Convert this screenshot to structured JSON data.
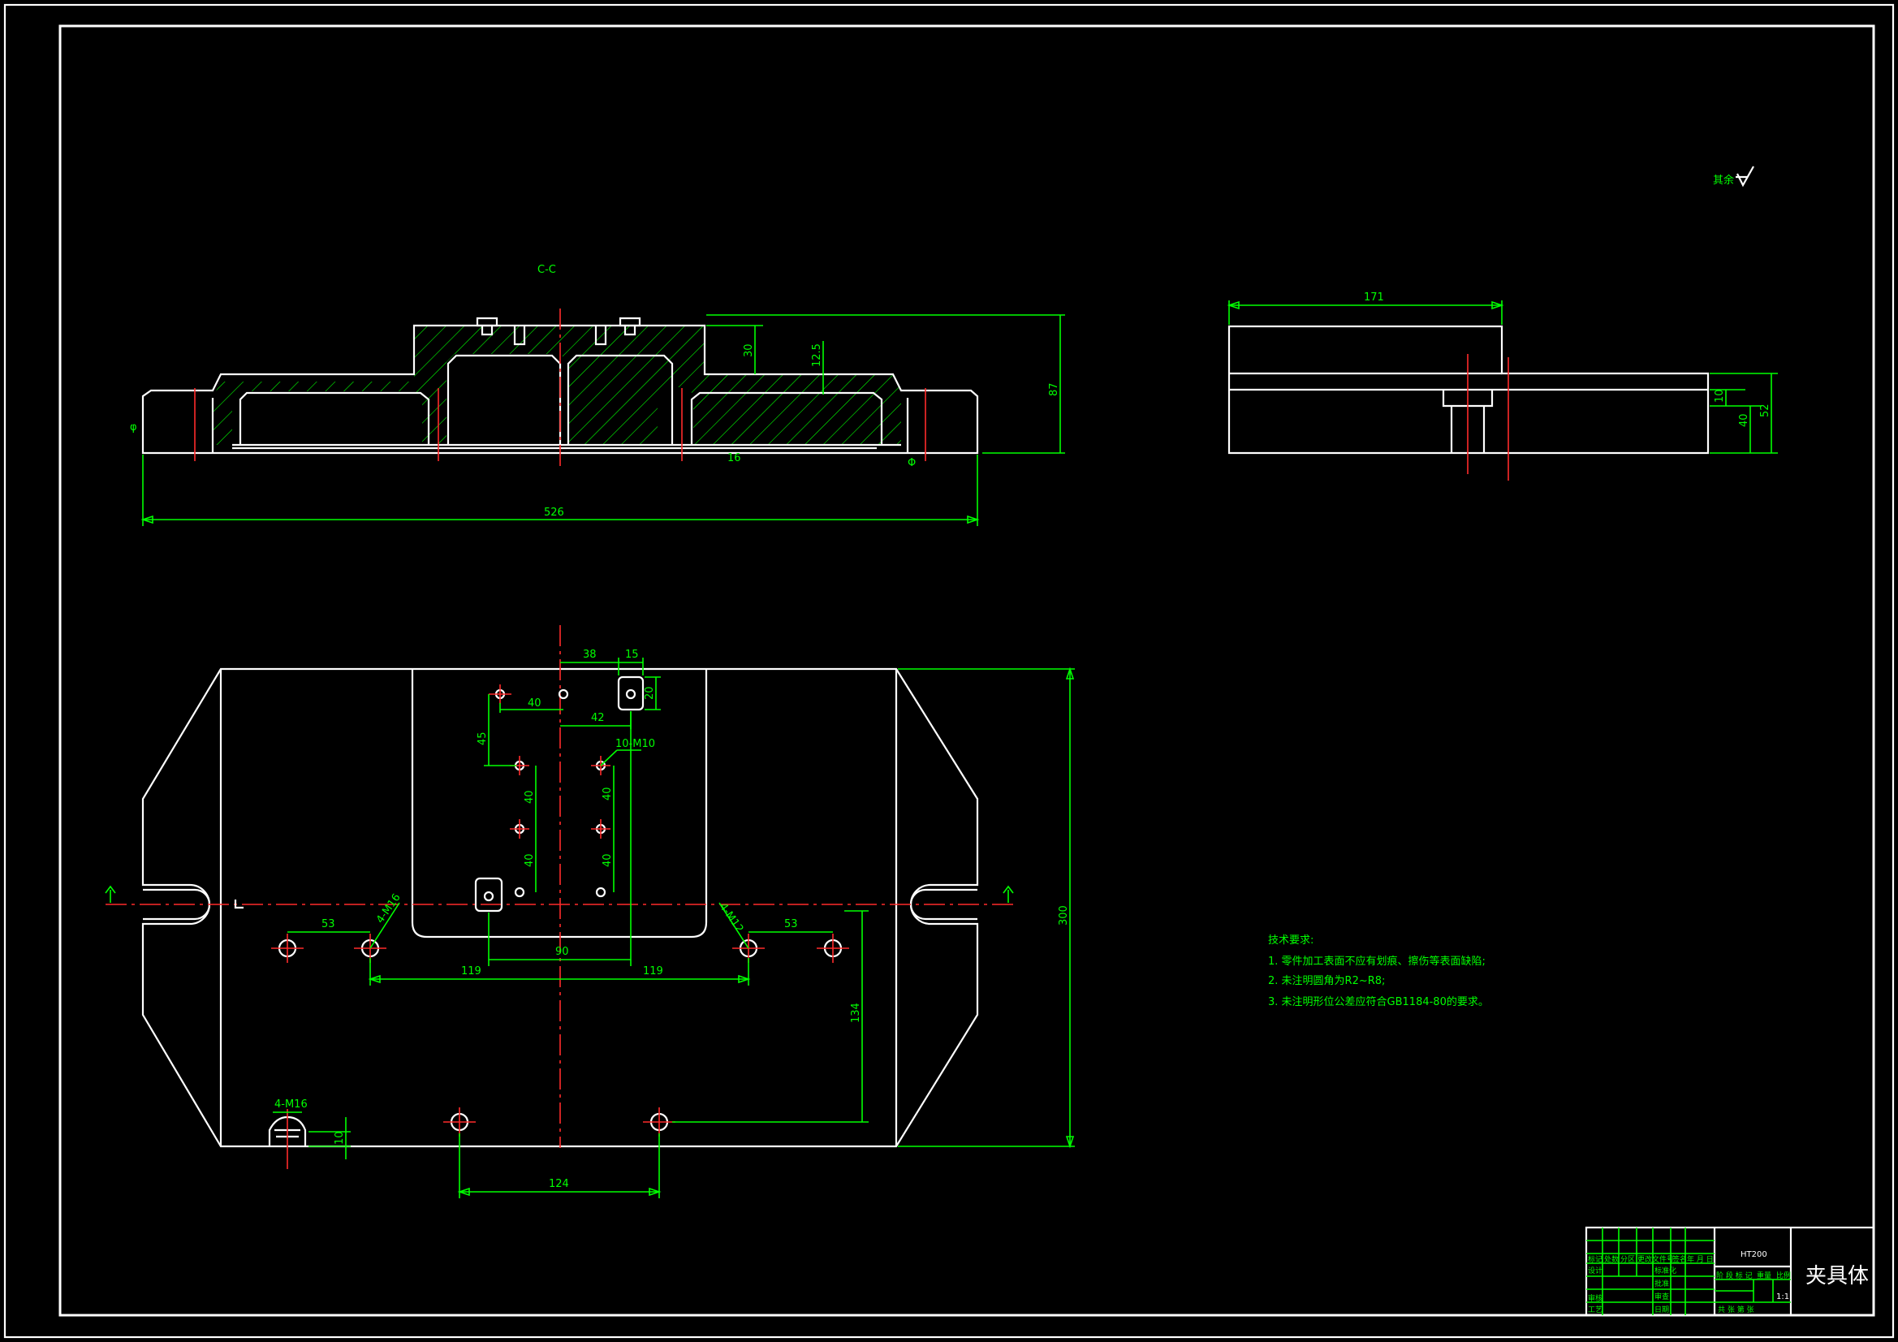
{
  "colors": {
    "background": "#000000",
    "outline": "#ffffff",
    "dimension": "#00ff00",
    "centerline": "#ff2a2a"
  },
  "section_label": "C-C",
  "roughness_label": "其余",
  "front_view": {
    "dims": {
      "overall_length": "526",
      "overall_height": "87",
      "dim_30": "30",
      "dim_12_5": "12.5"
    }
  },
  "side_view": {
    "dims": {
      "width": "171",
      "d10": "10",
      "d40": "40",
      "d52": "52"
    }
  },
  "plan_view": {
    "dims": {
      "d38": "38",
      "d15": "15",
      "d20": "20",
      "d40": "40",
      "d42": "42",
      "d45": "45",
      "d40a": "40",
      "d40b": "40",
      "d40c": "40",
      "d40d": "40",
      "thread_10": "10-M10",
      "d53_left": "53",
      "d53_right": "53",
      "thread_4a": "4-M16",
      "thread_4b": "4-M12",
      "d90": "90",
      "d119_left": "119",
      "d119_right": "119",
      "d134": "134",
      "d300": "300",
      "thread_4c": "4-M16",
      "d10": "10",
      "d124": "124"
    }
  },
  "notes": {
    "title": "技术要求:",
    "items": [
      "1. 零件加工表面不应有划痕、擦伤等表面缺陷;",
      "2. 未注明圆角为R2~R8;",
      "3. 未注明形位公差应符合GB1184-80的要求。"
    ]
  },
  "title_block": {
    "material": "HT200",
    "part_name": "夹具体",
    "scale": "1:1",
    "rev_headers": [
      "标记",
      "处数",
      "分区",
      "更改文件号",
      "签名",
      "年 月 日"
    ],
    "roles": [
      "设计",
      "审核",
      "工艺"
    ],
    "mid_labels": [
      "标准化",
      "批准",
      "审查",
      "日期"
    ],
    "stage_headers": [
      "阶 段 标 记",
      "重量",
      "比例"
    ],
    "sheet_text": "共 张 第 张"
  }
}
